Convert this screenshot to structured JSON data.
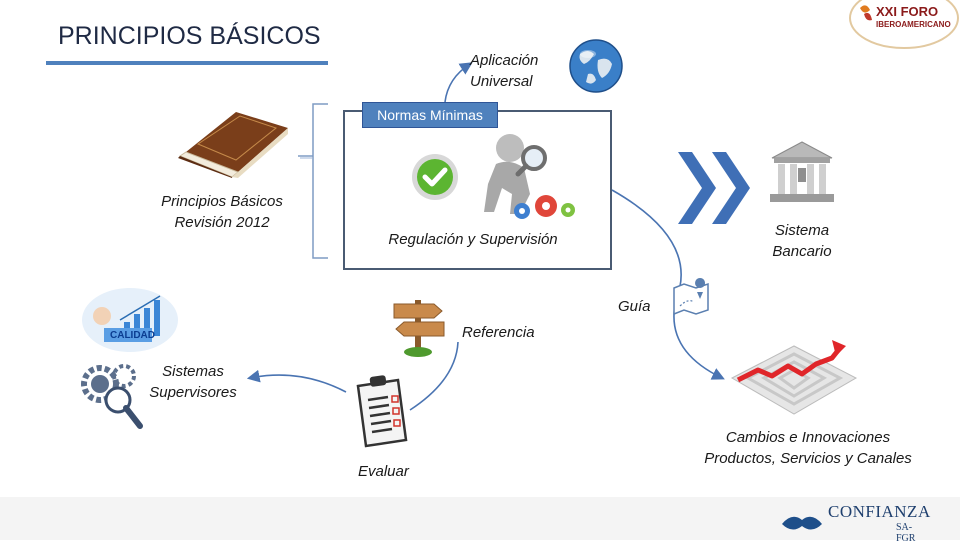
{
  "title": "PRINCIPIOS BÁSICOS",
  "labels": {
    "aplicacion_l1": "Aplicación",
    "aplicacion_l2": "Universal",
    "normas": "Normas Mínimas",
    "principios_l1": "Principios Básicos",
    "principios_l2": "Revisión 2012",
    "regulacion": "Regulación y Supervisión",
    "sistema_l1": "Sistema",
    "sistema_l2": "Bancario",
    "guia": "Guía",
    "referencia": "Referencia",
    "sistemas_l1": "Sistemas",
    "sistemas_l2": "Supervisores",
    "evaluar": "Evaluar",
    "cambios_l1": "Cambios e Innovaciones",
    "cambios_l2": "Productos, Servicios y Canales"
  },
  "icons": {
    "book": "book-icon",
    "globe": "globe-icon",
    "check": "check-icon",
    "inspector": "magnifier-figure-icon",
    "gears": "gears-icon",
    "bank": "bank-icon",
    "chevrons": "double-chevron-icon",
    "map": "map-icon",
    "signpost": "signpost-icon",
    "quality": "quality-icon",
    "supervision": "gear-magnifier-icon",
    "clipboard": "clipboard-icon",
    "maze": "maze-icon"
  },
  "logos": {
    "foro_l1": "XXI FORO",
    "foro_l2": "IBEROAMERICANO",
    "confianza": "CONFIANZA",
    "confianza_sub": "SA-FGR"
  },
  "colors": {
    "accent": "#4f81bd",
    "check": "#5cb531",
    "arrow": "#4a74b2",
    "maze_path": "#e0262a"
  }
}
